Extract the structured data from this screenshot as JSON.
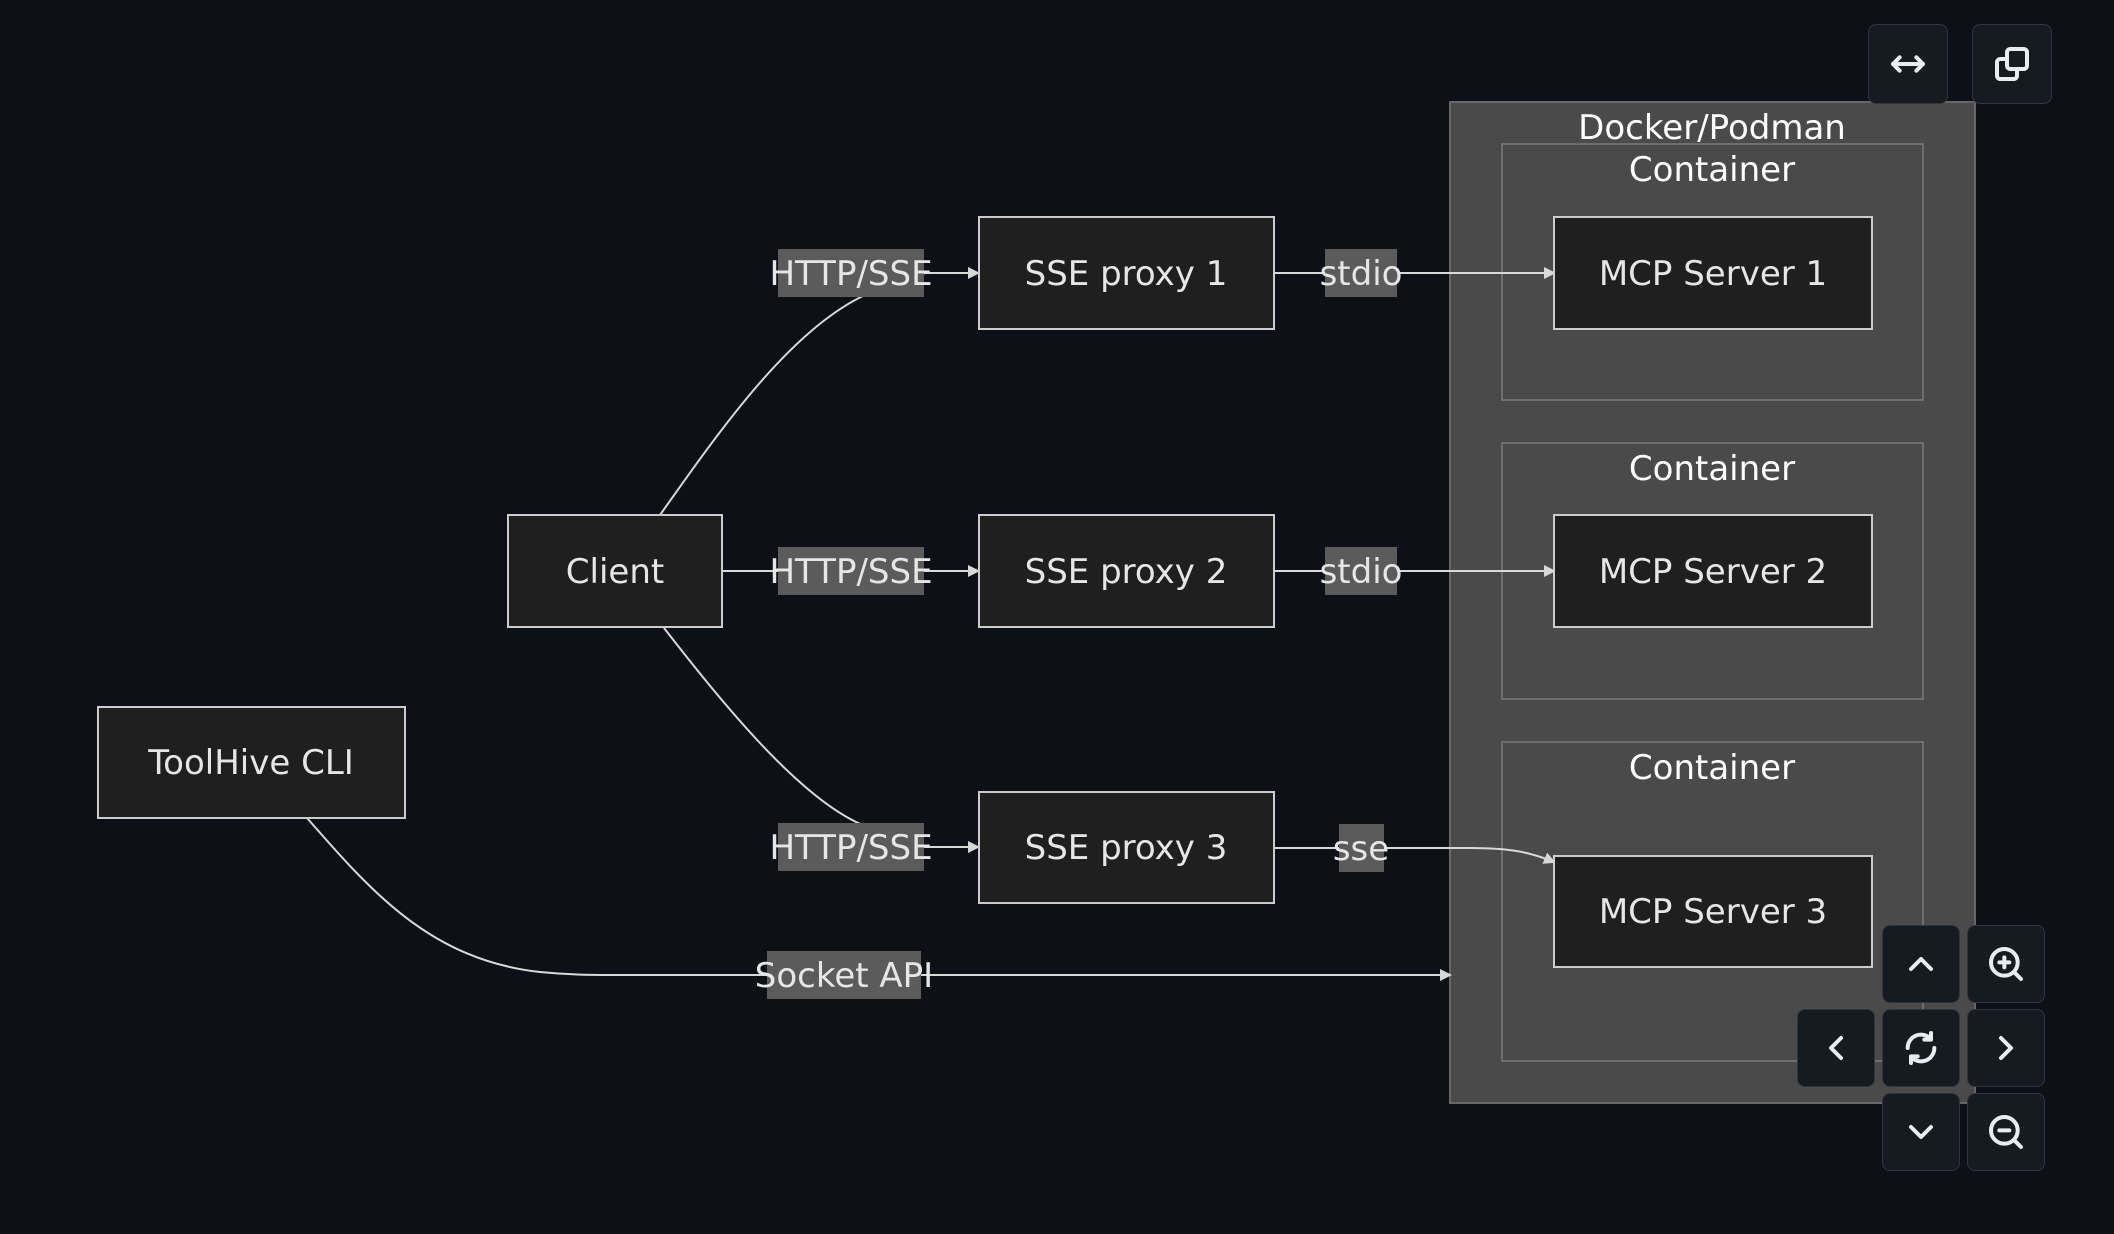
{
  "nodes": {
    "toolhive_cli": "ToolHive CLI",
    "client": "Client",
    "sse_proxy_1": "SSE proxy 1",
    "sse_proxy_2": "SSE proxy 2",
    "sse_proxy_3": "SSE proxy 3",
    "mcp_server_1": "MCP Server 1",
    "mcp_server_2": "MCP Server 2",
    "mcp_server_3": "MCP Server 3"
  },
  "clusters": {
    "runtime": "Docker/Podman",
    "container_1": "Container",
    "container_2": "Container",
    "container_3": "Container"
  },
  "edges": {
    "client_to_proxy1": "HTTP/SSE",
    "client_to_proxy2": "HTTP/SSE",
    "client_to_proxy3": "HTTP/SSE",
    "proxy1_to_server1": "stdio",
    "proxy2_to_server2": "stdio",
    "proxy3_to_server3": "sse",
    "cli_to_runtime": "Socket API"
  },
  "controls": {
    "fit_width": "arrows-horizontal-icon",
    "copy": "copy-icon",
    "pan_up": "chevron-up-icon",
    "pan_down": "chevron-down-icon",
    "pan_left": "chevron-left-icon",
    "pan_right": "chevron-right-icon",
    "reset": "refresh-icon",
    "zoom_in": "zoom-in-icon",
    "zoom_out": "zoom-out-icon"
  }
}
